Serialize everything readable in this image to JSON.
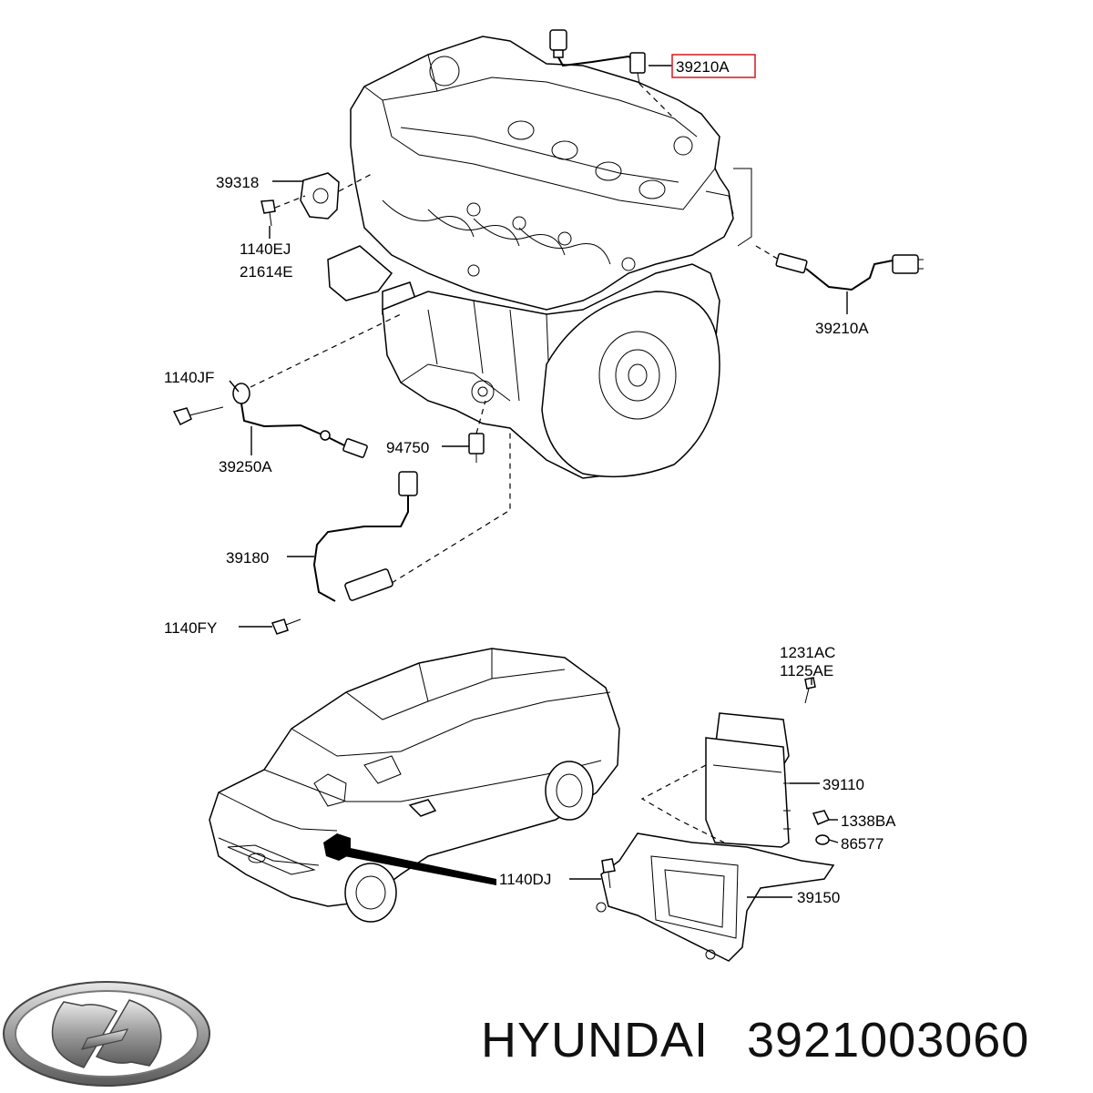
{
  "labels": {
    "p39210A_top": "39210A",
    "p39318": "39318",
    "p1140EJ": "1140EJ",
    "p21614E": "21614E",
    "p39210A_right": "39210A",
    "p1140JF": "1140JF",
    "p39250A": "39250A",
    "p94750": "94750",
    "p39180": "39180",
    "p1140FY": "1140FY",
    "p1231AC": "1231AC",
    "p1125AE": "1125AE",
    "p39110": "39110",
    "p1338BA": "1338BA",
    "p86577": "86577",
    "p1140DJ": "1140DJ",
    "p39150": "39150"
  },
  "highlight_color": "#d9252b",
  "footer": {
    "brand": "HYUNDAI",
    "part_number": "3921003060"
  },
  "icons": {
    "logo": "hyundai-logo-icon"
  }
}
